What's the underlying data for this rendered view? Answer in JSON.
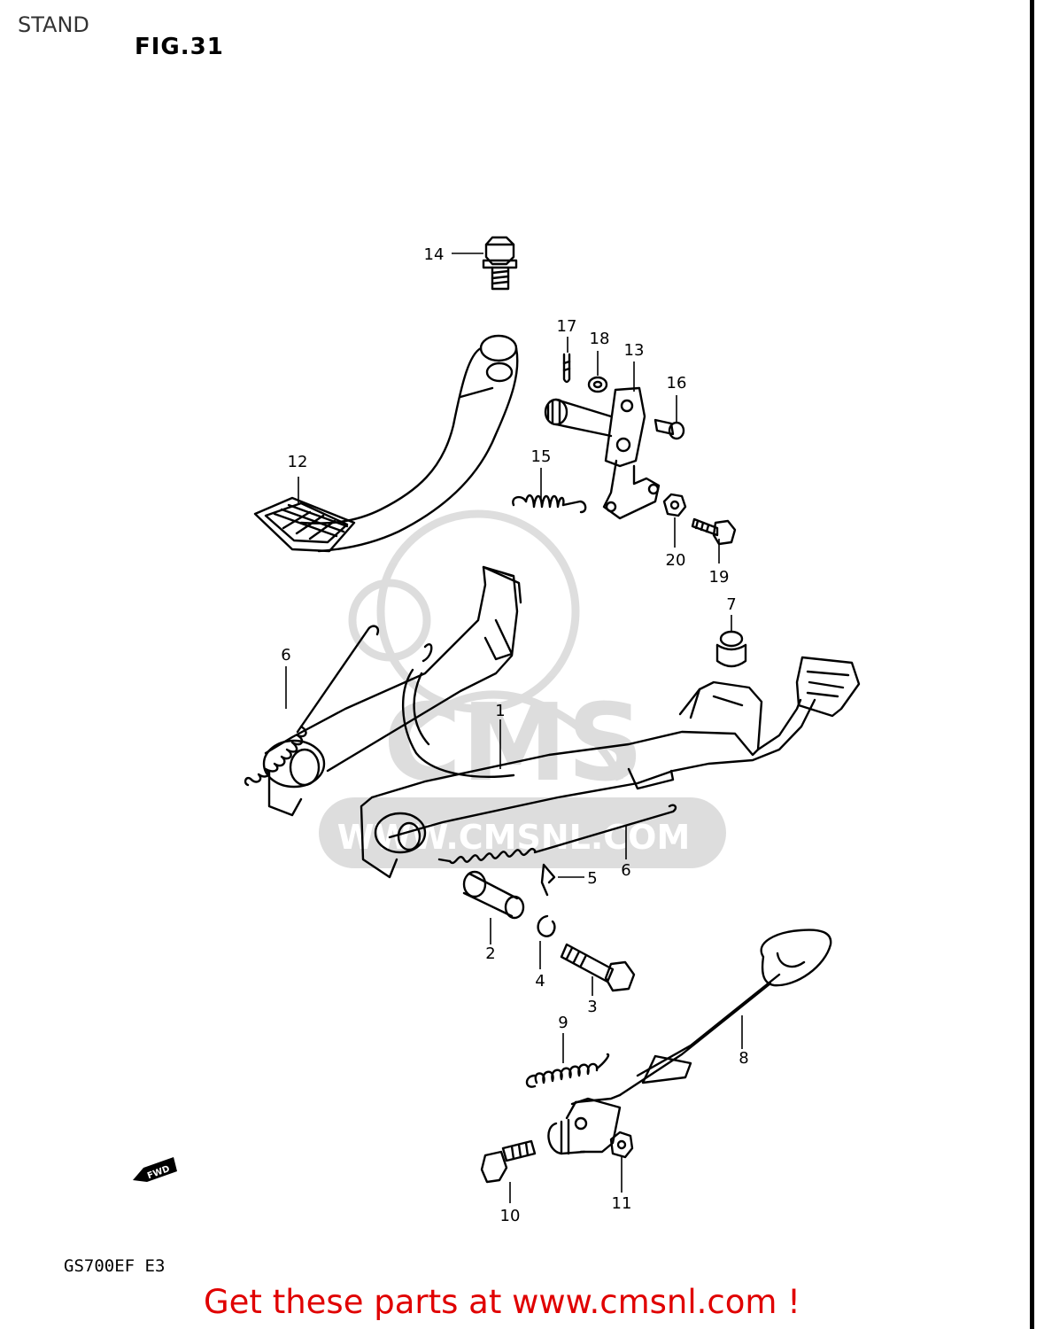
{
  "header": {
    "section": "STAND",
    "figure": "FIG.31"
  },
  "diagram": {
    "callouts": [
      {
        "id": "1",
        "label": "1"
      },
      {
        "id": "2",
        "label": "2"
      },
      {
        "id": "3",
        "label": "3"
      },
      {
        "id": "4",
        "label": "4"
      },
      {
        "id": "5",
        "label": "5"
      },
      {
        "id": "6a",
        "label": "6"
      },
      {
        "id": "6b",
        "label": "6"
      },
      {
        "id": "7",
        "label": "7"
      },
      {
        "id": "8",
        "label": "8"
      },
      {
        "id": "9",
        "label": "9"
      },
      {
        "id": "10",
        "label": "10"
      },
      {
        "id": "11",
        "label": "11"
      },
      {
        "id": "12",
        "label": "12"
      },
      {
        "id": "13",
        "label": "13"
      },
      {
        "id": "14",
        "label": "14"
      },
      {
        "id": "15",
        "label": "15"
      },
      {
        "id": "16",
        "label": "16"
      },
      {
        "id": "17",
        "label": "17"
      },
      {
        "id": "18",
        "label": "18"
      },
      {
        "id": "19",
        "label": "19"
      },
      {
        "id": "20",
        "label": "20"
      }
    ],
    "direction_marker": "FWD",
    "watermark": {
      "site": "WWW.CMSNL.COM",
      "logo": "CMS"
    }
  },
  "footer": {
    "model": "GS700EF  E3",
    "cta": "Get these parts at www.cmsnl.com !"
  }
}
